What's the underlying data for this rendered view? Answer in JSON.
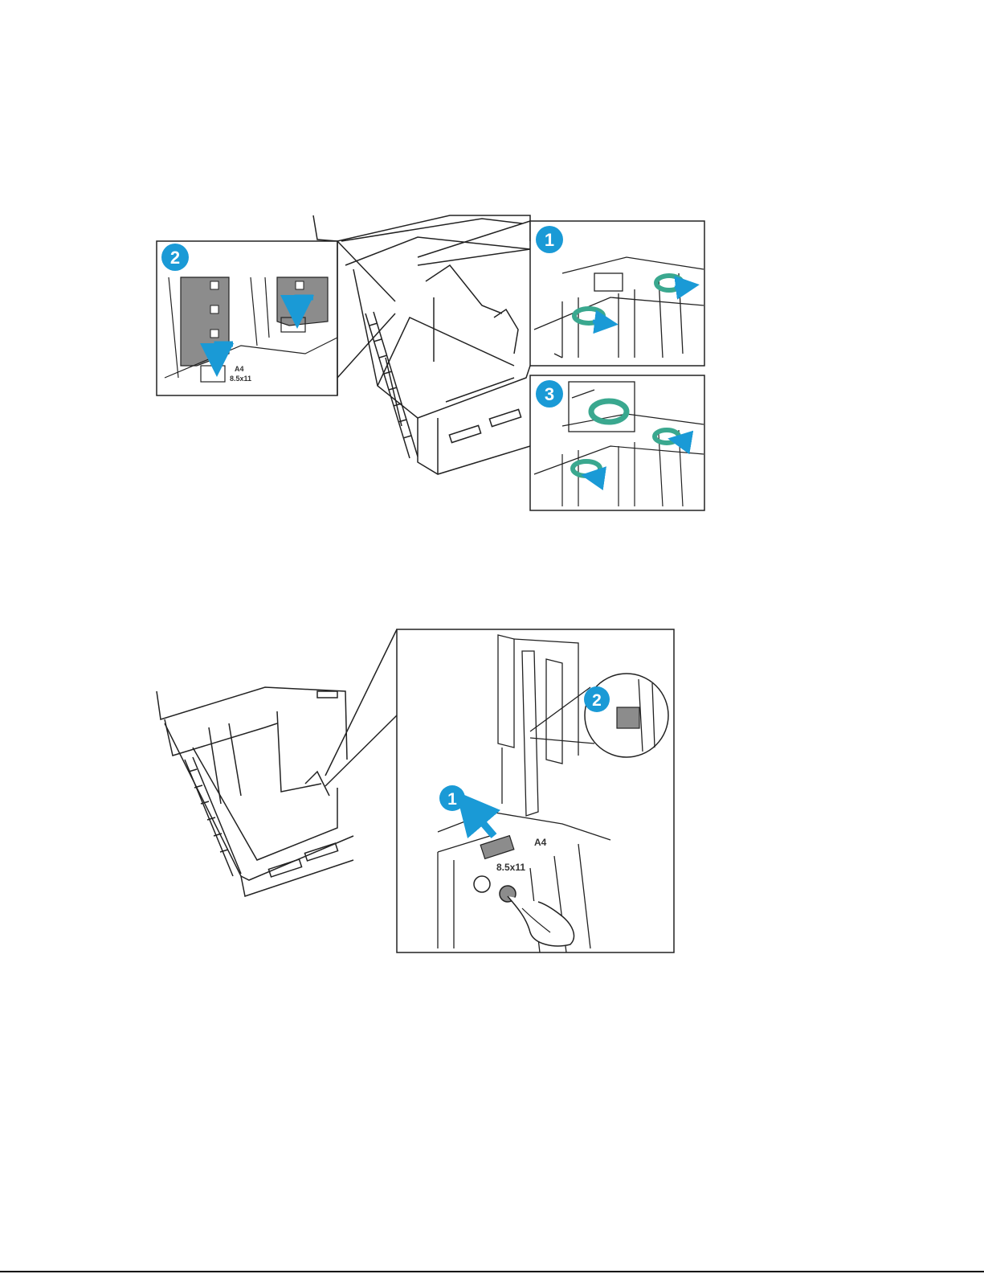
{
  "colors": {
    "accent": "#1a9ad6",
    "ring": "#3aa88f",
    "line": "#222222",
    "panel_fill": "#f7f7f7",
    "gray_guide": "#8c8c8c"
  },
  "figure1": {
    "callouts": [
      {
        "id": "step-1",
        "label": "1"
      },
      {
        "id": "step-2",
        "label": "2"
      },
      {
        "id": "step-3",
        "label": "3"
      }
    ],
    "size_labels": {
      "a4": "A4",
      "letter": "8.5x11"
    }
  },
  "figure2": {
    "callouts": [
      {
        "id": "step-1",
        "label": "1"
      },
      {
        "id": "step-2",
        "label": "2"
      }
    ],
    "size_labels": {
      "letter": "8.5x11",
      "a4": "A4"
    }
  }
}
